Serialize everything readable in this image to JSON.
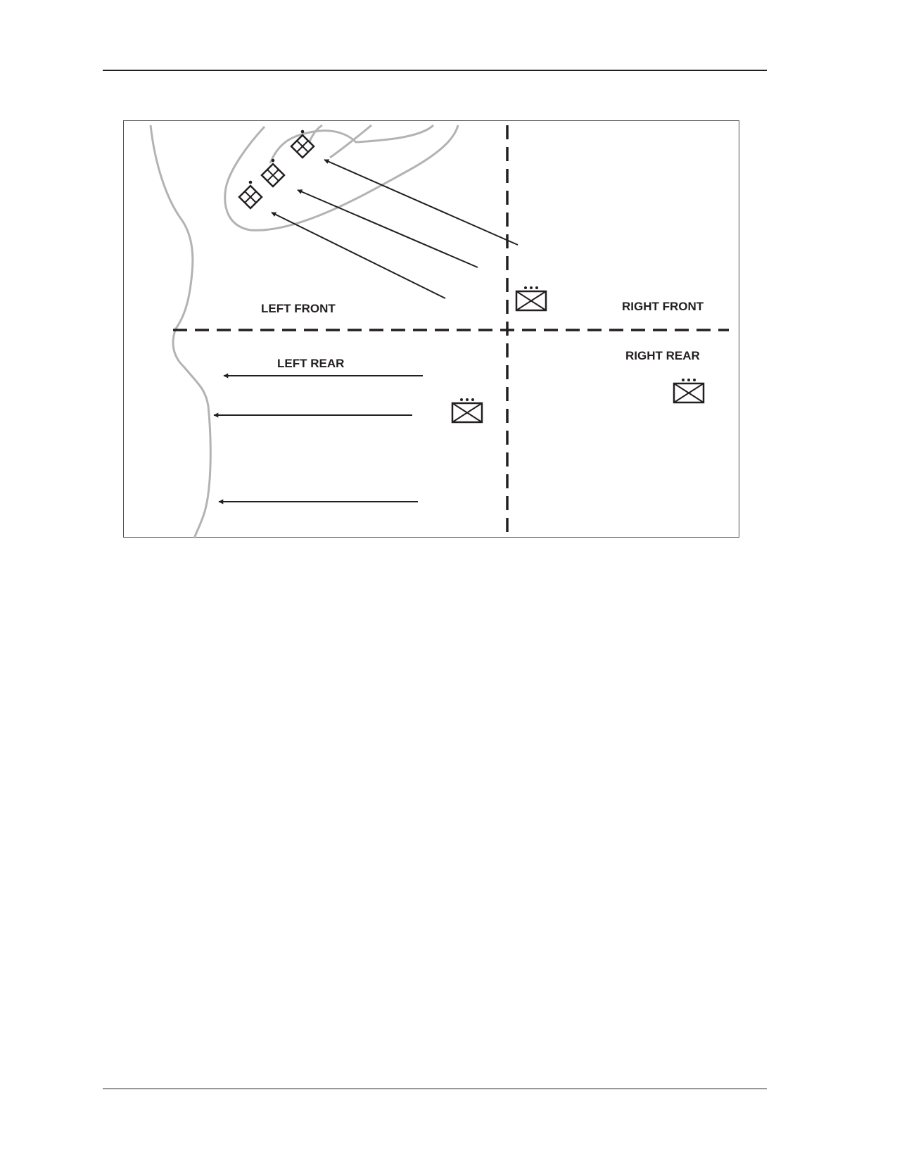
{
  "figure": {
    "labels": {
      "left_front": "LEFT FRONT",
      "right_front": "RIGHT FRONT",
      "left_rear": "LEFT REAR",
      "right_rear": "RIGHT REAR"
    },
    "symbols": {
      "infantry_unit": "infantry-unit-icon",
      "armor_unit": "armor-unit-icon"
    },
    "colors": {
      "ink": "#231f20",
      "terrain": "#b3b3b3",
      "frame": "#4d4d4d"
    }
  }
}
